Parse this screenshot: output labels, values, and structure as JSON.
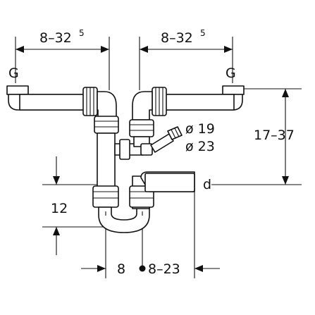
{
  "labels": {
    "top_left_dim": "8–32",
    "top_left_dim_sup": "5",
    "top_right_dim": "8–32",
    "top_right_dim_sup": "5",
    "g_left": "G",
    "g_right": "G",
    "dia_small": "ø 19",
    "dia_large": "ø 23",
    "height_range": "17–37",
    "outlet": "d",
    "height_12": "12",
    "bottom_left": "8",
    "bottom_right": "8–23"
  }
}
